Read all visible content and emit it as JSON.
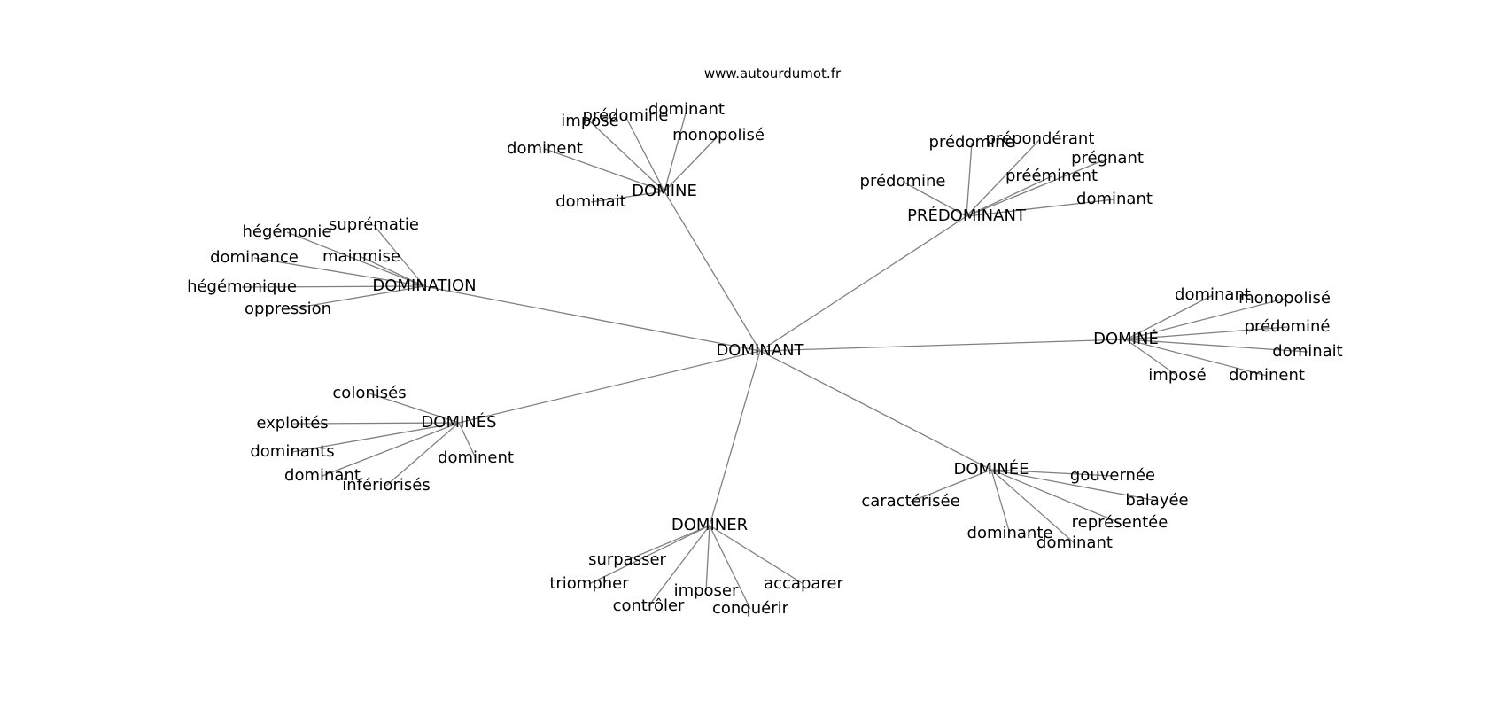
{
  "watermark": "www.autourdumot.fr",
  "colors": {
    "edge": "#808080",
    "text": "#000000",
    "background": "#ffffff"
  },
  "graph": {
    "center": "DOMINANT",
    "hubs": [
      {
        "label": "DOMINE",
        "leaves": [
          "imposé",
          "prédomine",
          "dominant",
          "monopolisé",
          "dominent",
          "dominait"
        ]
      },
      {
        "label": "PRÉDOMINANT",
        "leaves": [
          "prédomine",
          "prépondérant",
          "prégnant",
          "prééminent",
          "prédomine",
          "dominant"
        ]
      },
      {
        "label": "DOMINATION",
        "leaves": [
          "hégémonie",
          "suprématie",
          "dominance",
          "mainmise",
          "hégémonique",
          "oppression"
        ]
      },
      {
        "label": "DOMINÉ",
        "leaves": [
          "dominant",
          "monopolisé",
          "prédominé",
          "dominait",
          "imposé",
          "dominent"
        ]
      },
      {
        "label": "DOMINÉS",
        "leaves": [
          "colonisés",
          "exploités",
          "dominants",
          "dominant",
          "infériorisés",
          "dominent"
        ]
      },
      {
        "label": "DOMINÉE",
        "leaves": [
          "gouvernée",
          "caractérisée",
          "balayée",
          "représentée",
          "dominante",
          "dominant"
        ]
      },
      {
        "label": "DOMINER",
        "leaves": [
          "surpasser",
          "triompher",
          "imposer",
          "accaparer",
          "contrôler",
          "conquérir"
        ]
      }
    ]
  }
}
